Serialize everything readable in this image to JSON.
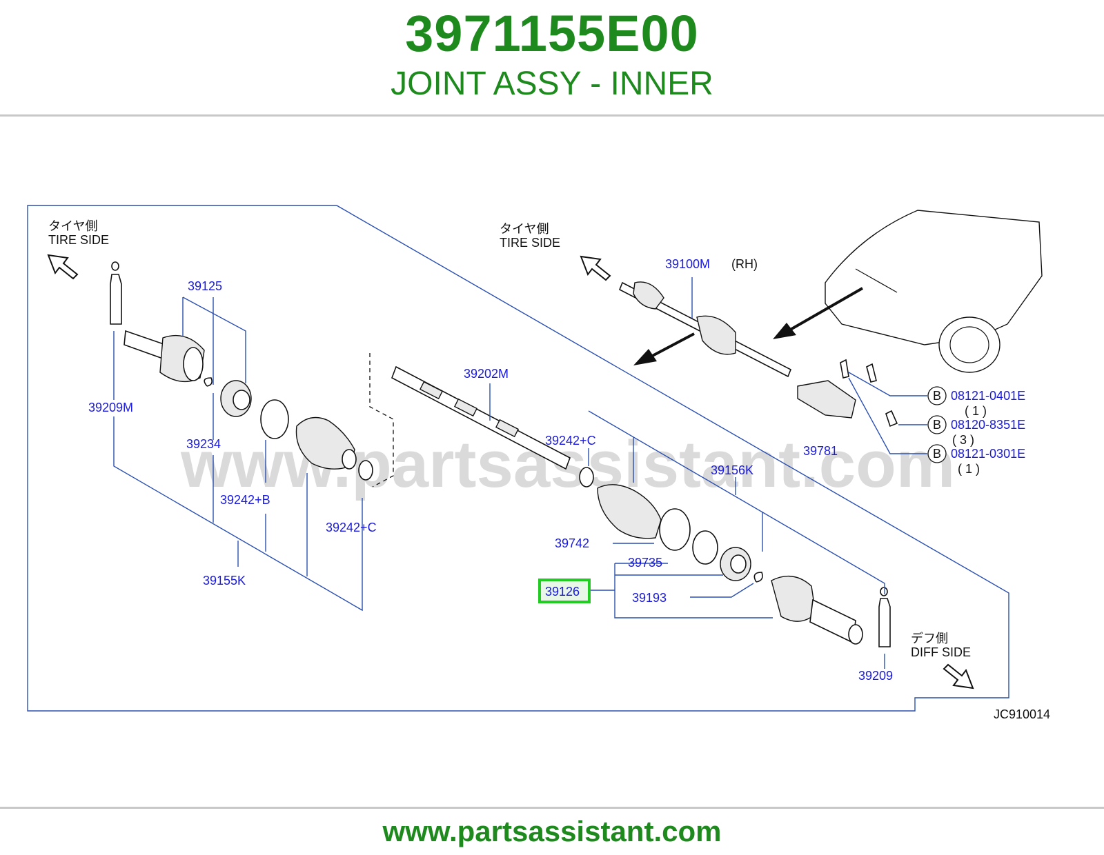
{
  "header": {
    "part_number": "3971155E00",
    "part_name": "JOINT ASSY - INNER"
  },
  "diagram": {
    "watermark": "www.partsassistant.com",
    "tire_side_left": {
      "jp": "タイヤ側",
      "en": "TIRE   SIDE"
    },
    "tire_side_right": {
      "jp": "タイヤ側",
      "en": "TIRE   SIDE"
    },
    "diff_side": {
      "jp": "デフ側",
      "en": "DIFF   SIDE"
    },
    "rh": "(RH)",
    "code": "JC910014",
    "highlight_color": "#22cc22",
    "labels": {
      "p39125": "39125",
      "p39209M": "39209M",
      "p39234": "39234",
      "p39242B": "39242+B",
      "p39242C_left": "39242+C",
      "p39155K": "39155K",
      "p39202M": "39202M",
      "p39242C_mid": "39242+C",
      "p39156K": "39156K",
      "p39742": "39742",
      "p39735": "39735",
      "p39126": "39126",
      "p39193": "39193",
      "p39209": "39209",
      "p39100M": "39100M",
      "p39781": "39781"
    },
    "bolts": [
      {
        "badge": "B",
        "number": "08121-0401E",
        "qty": "( 1 )"
      },
      {
        "badge": "B",
        "number": "08120-8351E",
        "qty": "( 3 )"
      },
      {
        "badge": "B",
        "number": "08121-0301E",
        "qty": "( 1 )"
      }
    ]
  },
  "footer": {
    "url": "www.partsassistant.com"
  }
}
